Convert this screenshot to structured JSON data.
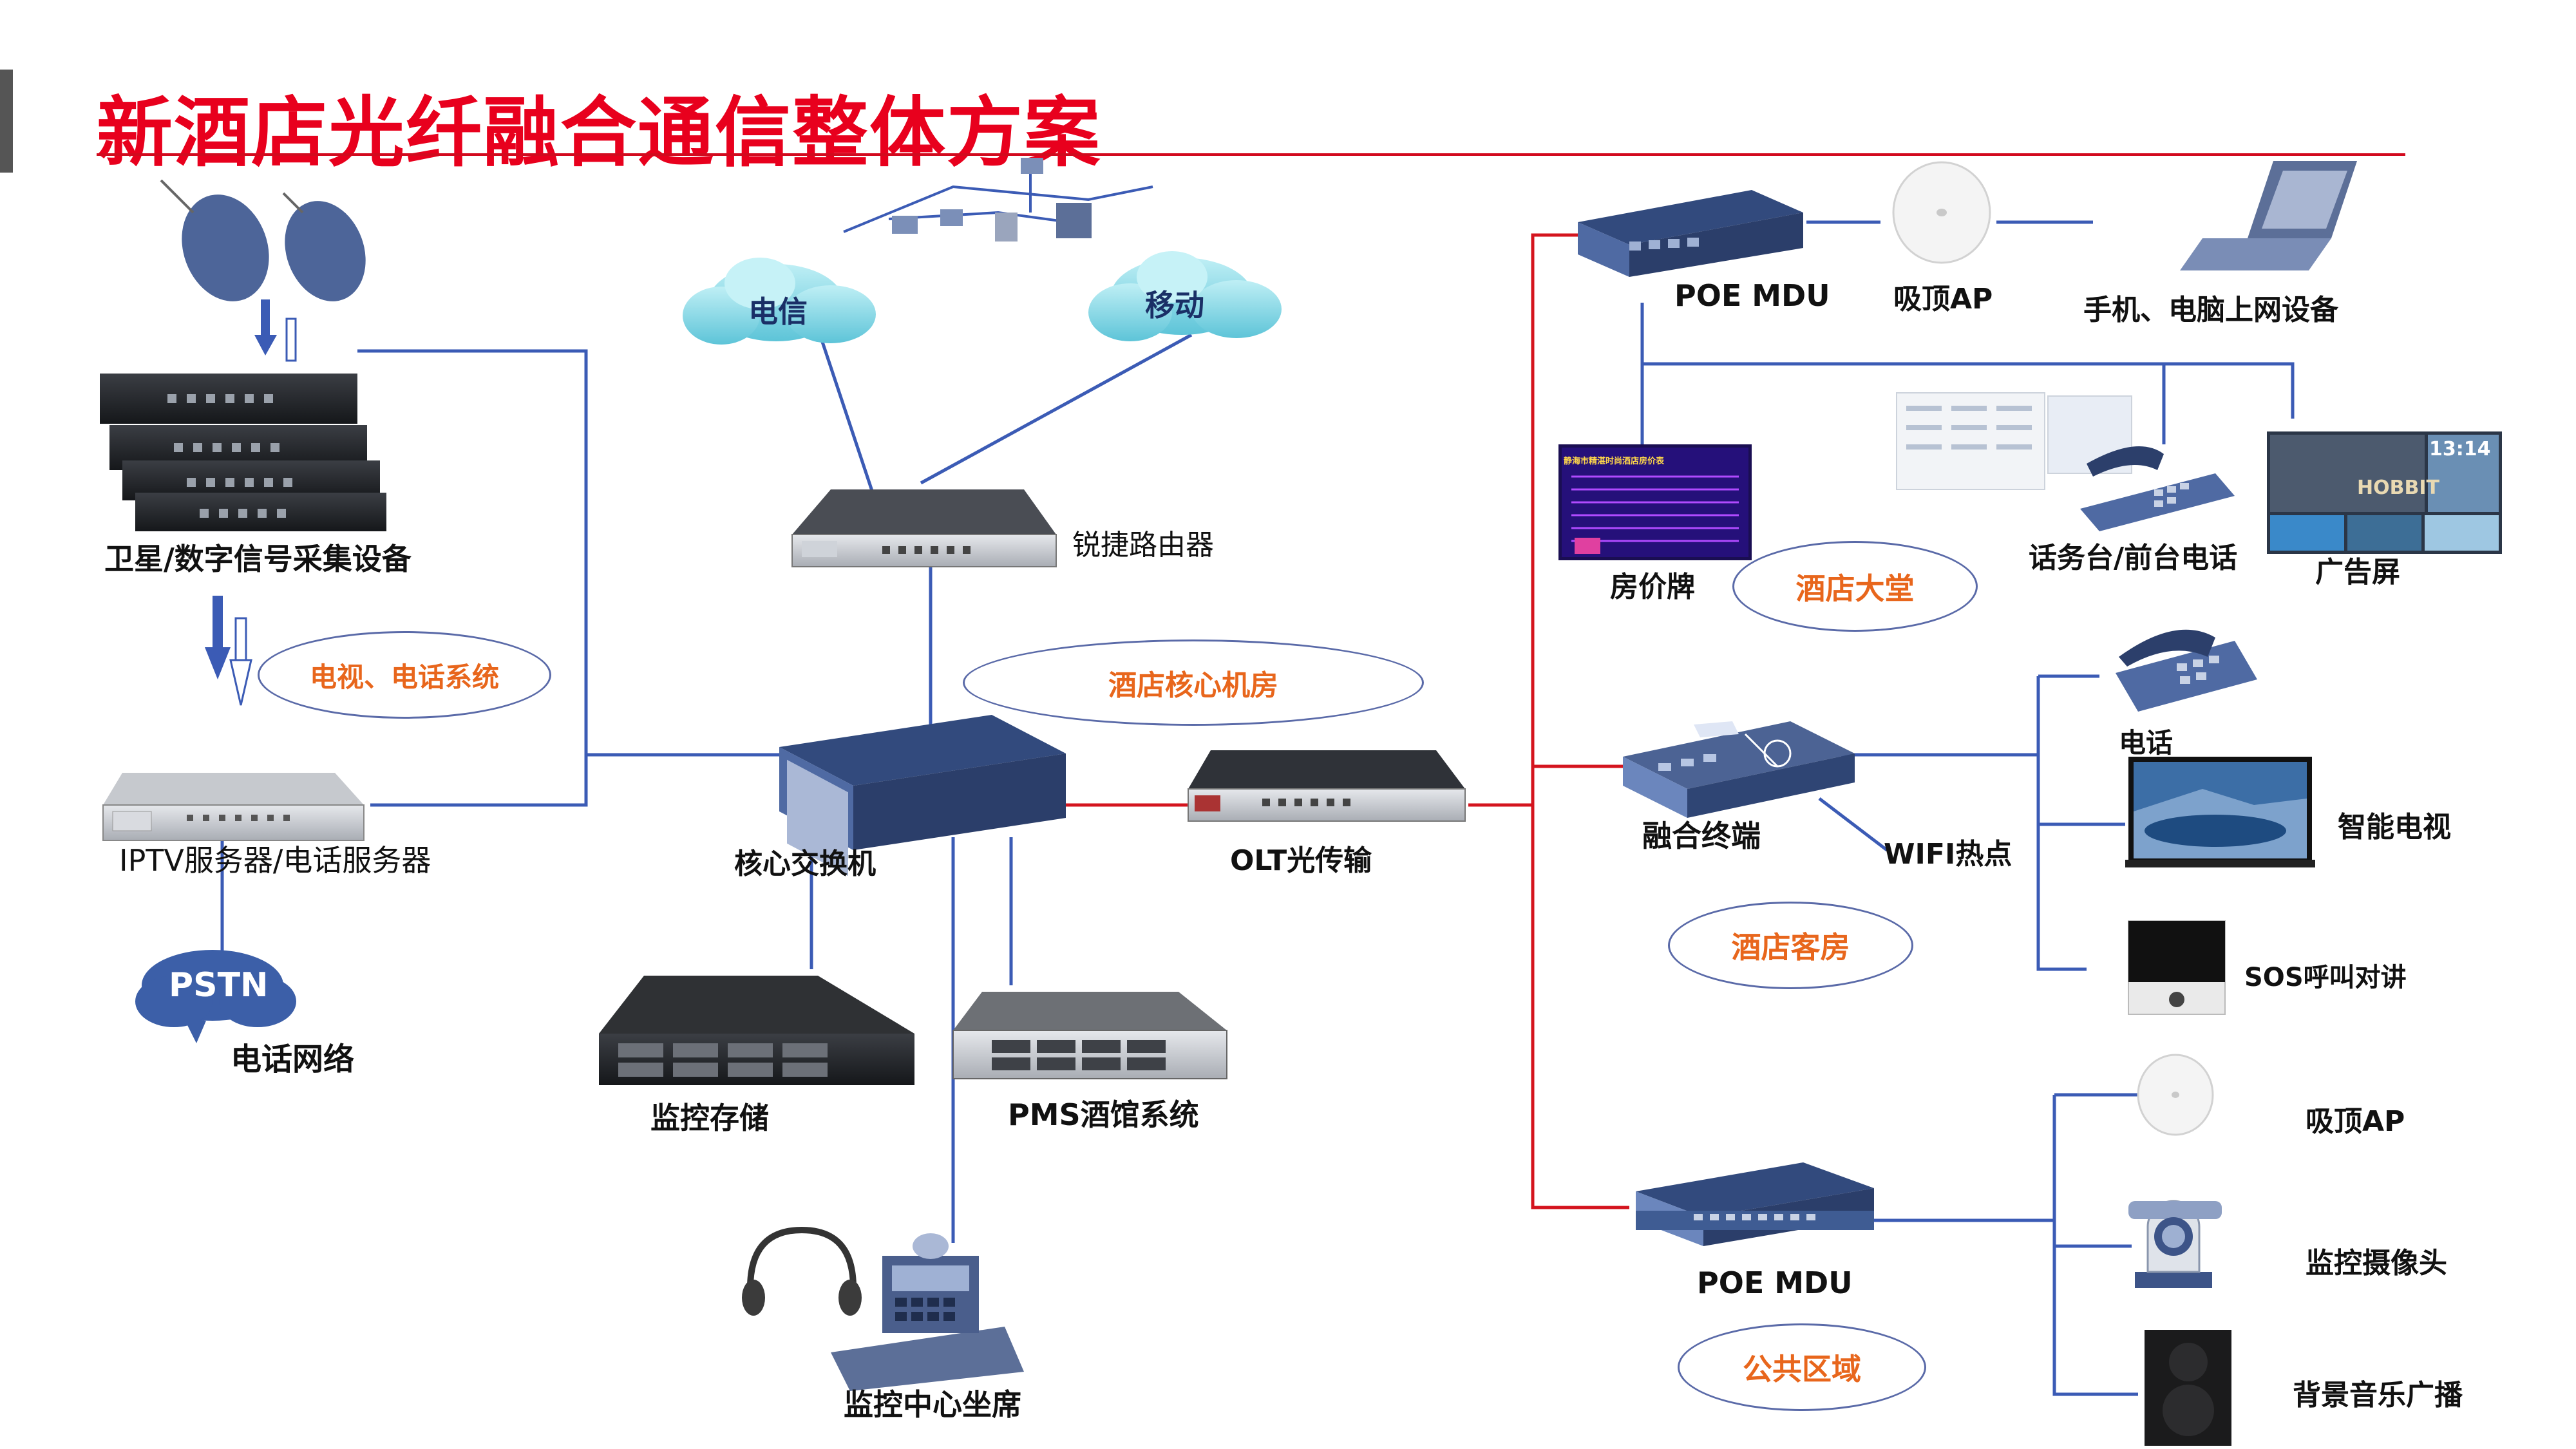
{
  "title": "新酒店光纤融合通信整体方案",
  "colors": {
    "title": "#e8001d",
    "blue_line": "#3b5bb5",
    "red_line": "#d4141e",
    "oval_text": "#e8661c"
  },
  "left": {
    "satellite": "卫星/数字信号采集设备",
    "tv_phone": "电视、电话系统",
    "iptv": "IPTV服务器/电话服务器",
    "pstn": "PSTN",
    "phone_net": "电话网络"
  },
  "center": {
    "telecom": "电信",
    "mobile": "移动",
    "router": "锐捷路由器",
    "core_room": "酒店核心机房",
    "core_switch": "核心交换机",
    "olt": "OLT光传输",
    "monitor_storage": "监控存储",
    "pms": "PMS酒馆系统",
    "monitor_seat": "监控中心坐席"
  },
  "right_top": {
    "poe_mdu": "POE MDU",
    "ceiling_ap": "吸顶AP",
    "devices": "手机、电脑上网设备",
    "room_price": "房价牌",
    "lobby": "酒店大堂",
    "reception": "话务台/前台电话",
    "ad_screen": "广告屏"
  },
  "right_mid": {
    "phone": "电话",
    "fusion_terminal": "融合终端",
    "wifi": "WIFI热点",
    "smart_tv": "智能电视",
    "guest_room": "酒店客房",
    "sos": "SOS呼叫对讲"
  },
  "right_bottom": {
    "ceiling_ap": "吸顶AP",
    "poe_mdu": "POE MDU",
    "camera": "监控摄像头",
    "public_area": "公共区域",
    "bg_music": "背景音乐广播"
  },
  "screens": {
    "room_price_title": "静海市精湛时尚酒店房价表",
    "ad_time": "13:14",
    "ad_brand": "HOBBIT"
  }
}
